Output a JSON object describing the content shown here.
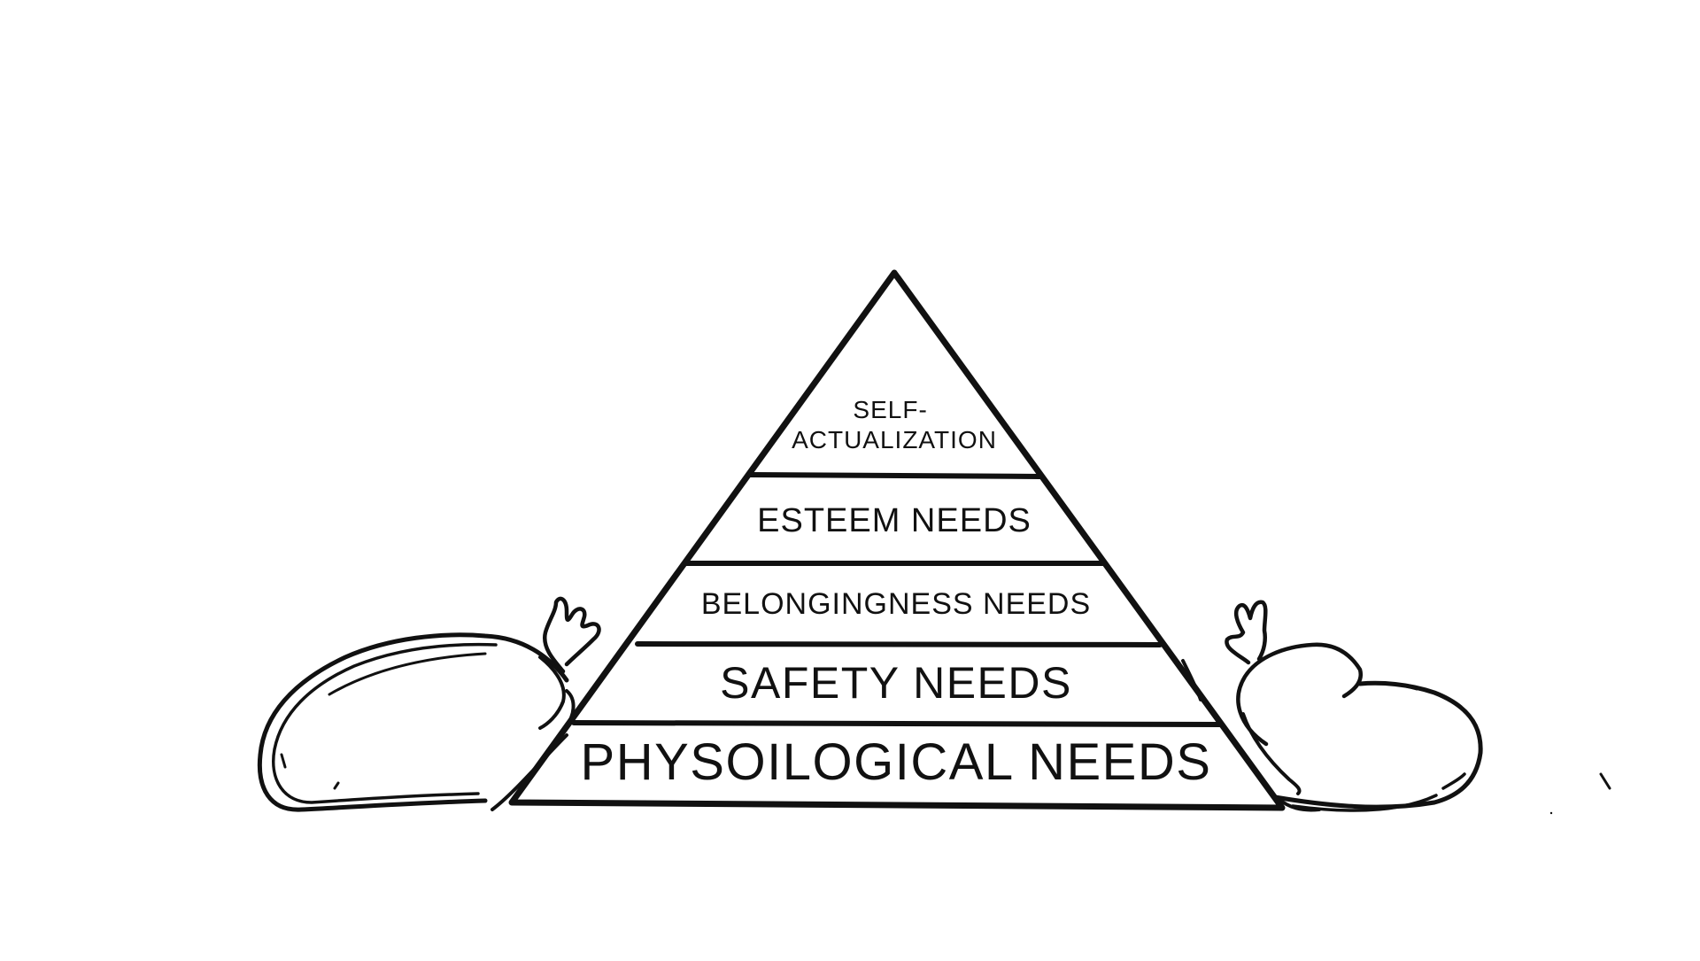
{
  "pyramid": {
    "levels": [
      {
        "id": "self-actualization",
        "lines": [
          "SELF-",
          "ACTUALIZATION"
        ]
      },
      {
        "id": "esteem",
        "lines": [
          "ESTEEM NEEDS"
        ]
      },
      {
        "id": "belongingness",
        "lines": [
          "BELONGINGNESS NEEDS"
        ]
      },
      {
        "id": "safety",
        "lines": [
          "SAFETY NEEDS"
        ]
      },
      {
        "id": "physiological",
        "lines": [
          "PHYSOILOGICAL NEEDS"
        ]
      }
    ]
  },
  "colors": {
    "background": "#ffffff",
    "ink": "#111111"
  }
}
